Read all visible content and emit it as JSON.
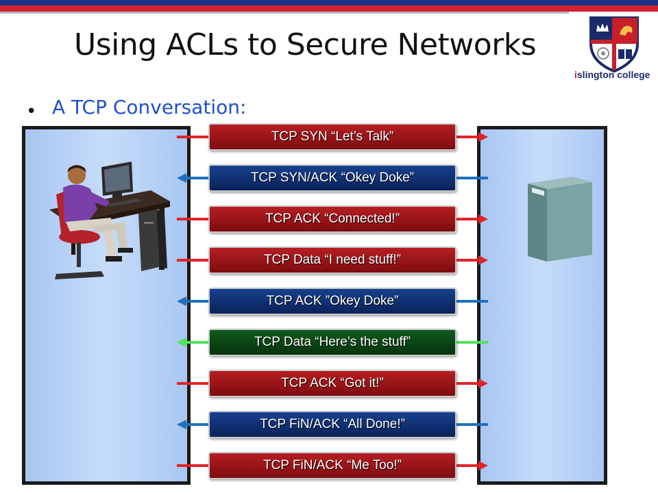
{
  "slide": {
    "title": "Using ACLs to Secure Networks",
    "subtitle": "A TCP Conversation:",
    "bullet": "•"
  },
  "logo": {
    "text_initial": "i",
    "text_rest": "slington college"
  },
  "colors": {
    "red": "#e32227",
    "blue": "#1f6fbf",
    "green": "#52e05c"
  },
  "messages": [
    {
      "label": "TCP SYN  “Let’s Talk”",
      "color": "red",
      "direction": "client-to-server"
    },
    {
      "label": "TCP SYN/ACK “Okey Doke”",
      "color": "blue",
      "direction": "server-to-client"
    },
    {
      "label": "TCP ACK  “Connected!”",
      "color": "red",
      "direction": "client-to-server"
    },
    {
      "label": "TCP Data  “I need stuff!”",
      "color": "red",
      "direction": "client-to-server"
    },
    {
      "label": "TCP ACK  ”Okey Doke”",
      "color": "blue",
      "direction": "server-to-client"
    },
    {
      "label": "TCP Data “Here’s the stuff”",
      "color": "green",
      "direction": "server-to-client"
    },
    {
      "label": "TCP ACK  “Got it!”",
      "color": "red",
      "direction": "client-to-server"
    },
    {
      "label": "TCP FiN/ACK “All Done!”",
      "color": "blue",
      "direction": "server-to-client"
    },
    {
      "label": "TCP FiN/ACK “Me Too!”",
      "color": "red",
      "direction": "client-to-server"
    }
  ],
  "icons": {
    "client": "person-at-computer-icon",
    "server": "server-tower-icon"
  }
}
